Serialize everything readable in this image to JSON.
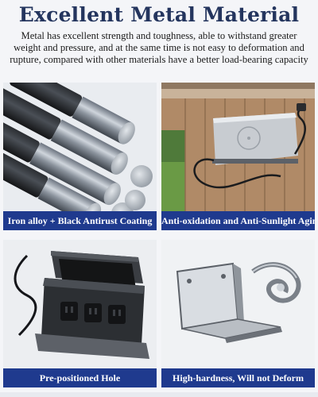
{
  "heading": {
    "title": "Excellent Metal Material",
    "description": "Metal has excellent strength and toughness, able to withstand greater weight and pressure, and at the same time is not easy to deformation and rupture, compared with other materials have a better load-bearing capacity"
  },
  "panels": [
    {
      "caption": "Iron alloy + Black Antirust Coating",
      "icon": "metal-rods-image"
    },
    {
      "caption": "Anti-oxidation and Anti-Sunlight Aging",
      "icon": "outdoor-bracket-image"
    },
    {
      "caption": "Pre-positioned Hole",
      "icon": "power-box-image"
    },
    {
      "caption": "High-hardness, Will not Deform",
      "icon": "bent-bracket-image"
    }
  ],
  "colors": {
    "title": "#24355e",
    "caption_bg": "#1f3a8e",
    "caption_text": "#ffffff",
    "background": "#f4f5f8"
  }
}
